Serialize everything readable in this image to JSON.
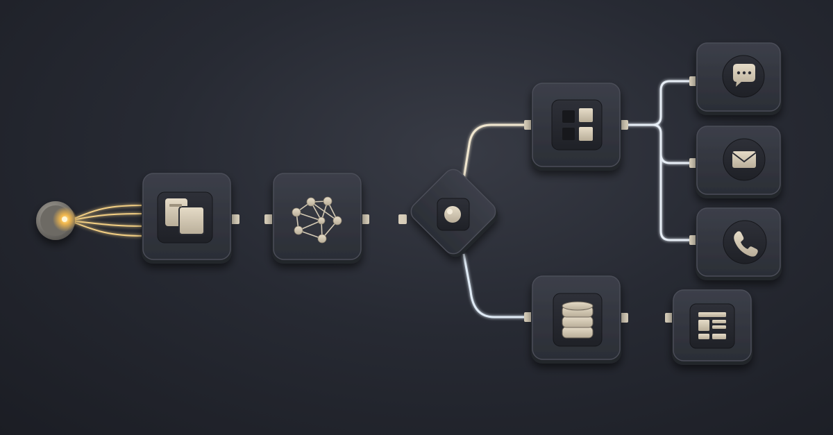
{
  "colors": {
    "background": "#272a33",
    "node_face": "#30333c",
    "node_edge": "#4a4d57",
    "icon_tile": "#25272e",
    "icon_beige": "#d9cfbb",
    "glow_gold": "#f0c46a",
    "glow_white": "#e8eef7"
  },
  "nodes": [
    {
      "id": "source",
      "icon": "glowing-orb-icon"
    },
    {
      "id": "ingest",
      "icon": "windows-stack-icon"
    },
    {
      "id": "process",
      "icon": "network-graph-icon"
    },
    {
      "id": "router",
      "icon": "dot-button-icon"
    },
    {
      "id": "dashboard",
      "icon": "grid-tiles-icon"
    },
    {
      "id": "database",
      "icon": "database-icon"
    },
    {
      "id": "chat",
      "icon": "chat-bubble-icon"
    },
    {
      "id": "email",
      "icon": "envelope-icon"
    },
    {
      "id": "phone",
      "icon": "phone-icon"
    },
    {
      "id": "report",
      "icon": "document-layout-icon"
    }
  ],
  "edges": [
    {
      "from": "source",
      "to": "ingest"
    },
    {
      "from": "ingest",
      "to": "process"
    },
    {
      "from": "process",
      "to": "router"
    },
    {
      "from": "router",
      "to": "dashboard"
    },
    {
      "from": "router",
      "to": "database"
    },
    {
      "from": "dashboard",
      "to": "chat"
    },
    {
      "from": "dashboard",
      "to": "email"
    },
    {
      "from": "dashboard",
      "to": "phone"
    },
    {
      "from": "database",
      "to": "report"
    }
  ]
}
